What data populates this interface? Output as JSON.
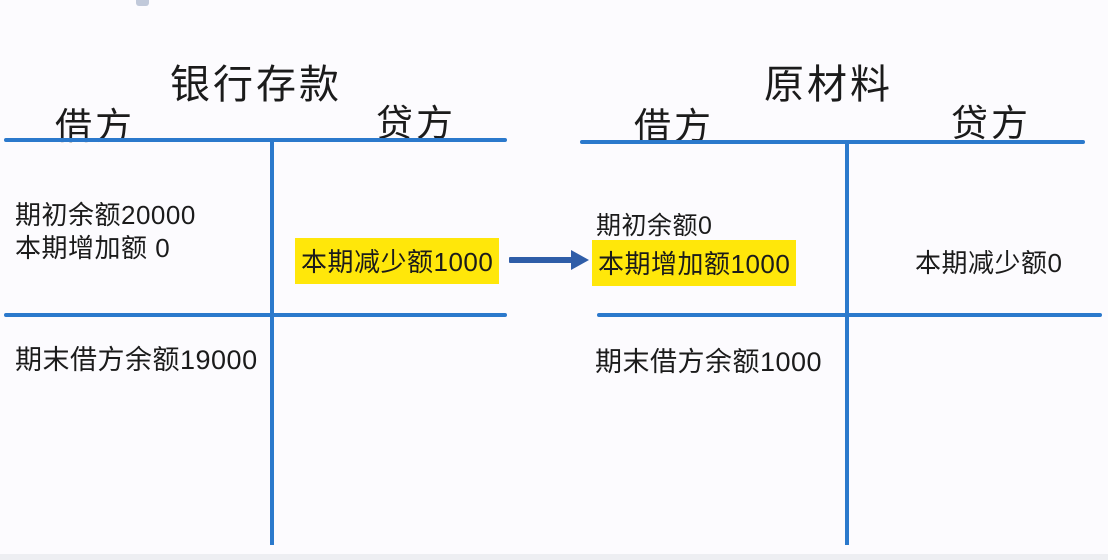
{
  "page": {
    "background": "#fcfbfe",
    "rule_color": "#2b79cc",
    "arrow_color": "#2f5da8",
    "highlight_color": "#ffe70a",
    "text_color": "#1b1b1b"
  },
  "accounts": {
    "bank": {
      "title": "银行存款",
      "debit_label": "借方",
      "credit_label": "贷方",
      "debit_row1": "期初余额20000",
      "debit_row2": "本期增加额 0",
      "credit_row_highlight": "本期减少额1000",
      "ending_balance": "期末借方余额19000"
    },
    "materials": {
      "title": "原材料",
      "debit_label": "借方",
      "credit_label": "贷方",
      "debit_row1": "期初余额0",
      "debit_row2_highlight": "本期增加额1000",
      "credit_row1": "本期减少额0",
      "ending_balance": "期末借方余额1000"
    }
  }
}
